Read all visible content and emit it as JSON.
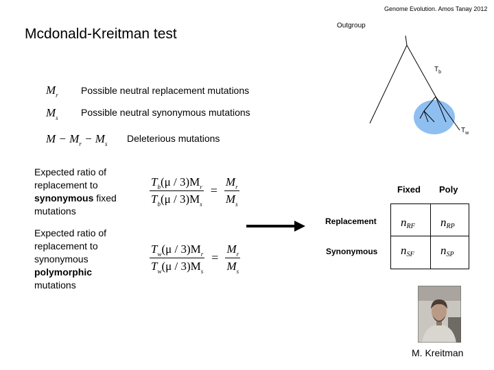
{
  "credit": "Genome Evolution. Amos Tanay 2012",
  "title": "Mcdonald-Kreitman test",
  "definitions": [
    {
      "symbol": "M",
      "sub": "r",
      "label": "Possible neutral replacement mutations"
    },
    {
      "symbol": "M",
      "sub": "s",
      "label": "Possible neutral synonymous mutations"
    },
    {
      "symbol": "M − M",
      "sub1": "r",
      "mid": " − M",
      "sub2": "s",
      "label": "Deleterious mutations"
    }
  ],
  "ratio1": {
    "line1": "Expected ratio of",
    "line2": "replacement to",
    "bold": "synonymous",
    "after_bold": " fixed",
    "line4": "mutations",
    "T_sub": "b"
  },
  "ratio2": {
    "line1": "Expected ratio of",
    "line2": "replacement to",
    "line3": "synonymous",
    "bold": "polymorphic",
    "line5": "mutations",
    "T_sub": "w"
  },
  "formula": {
    "T": "T",
    "middle": "(μ / 3)M",
    "M": "M",
    "r": "r",
    "s": "s",
    "eq": "="
  },
  "tree": {
    "outgroup": "Outgroup",
    "tb": "T",
    "tb_sub": "b",
    "tw": "T",
    "tw_sub": "w"
  },
  "table": {
    "col_fixed": "Fixed",
    "col_poly": "Poly",
    "row_replacement": "Replacement",
    "row_synonymous": "Synonymous",
    "n": "n",
    "rf": "RF",
    "rp": "RP",
    "sf": "SF",
    "sp": "SP"
  },
  "photo_caption": "M. Kreitman"
}
